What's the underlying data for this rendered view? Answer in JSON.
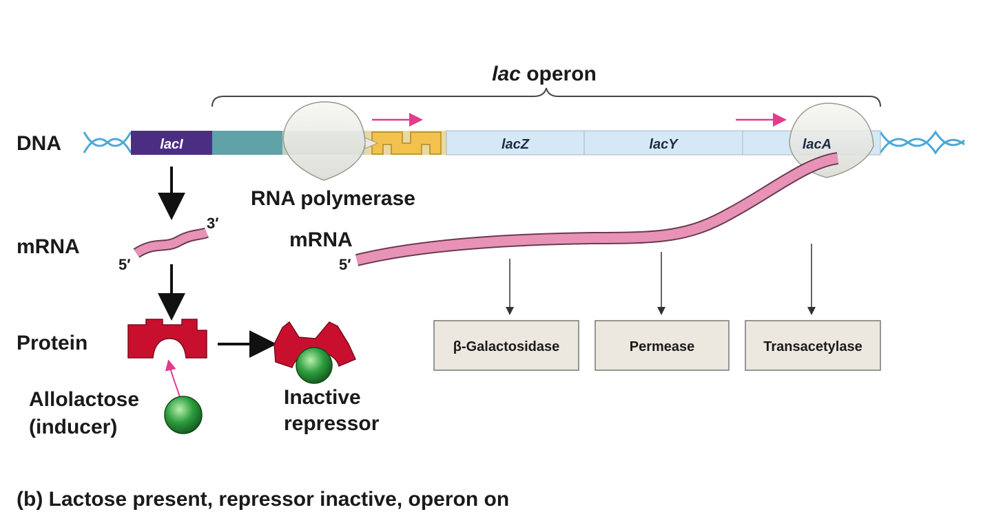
{
  "operon_label": {
    "italic": "lac",
    "rest": " operon"
  },
  "labels": {
    "dna": "DNA",
    "mrna_left": "mRNA",
    "mrna_right": "mRNA",
    "protein": "Protein",
    "rna_polymerase": "RNA polymerase",
    "allolactose_line1": "Allolactose",
    "allolactose_line2": "(inducer)",
    "inactive_line1": "Inactive",
    "inactive_line2": "repressor",
    "five_prime_left": "5′",
    "three_prime_left": "3′",
    "five_prime_right": "5′"
  },
  "genes": {
    "lacI": "lacI",
    "lacZ": "lacZ",
    "lacY": "lacY",
    "lacA": "lacA"
  },
  "products": [
    "β-Galactosidase",
    "Permease",
    "Transacetylase"
  ],
  "caption": "(b) Lactose present, repressor inactive, operon on",
  "colors": {
    "lacI": "#4b2e83",
    "promoter": "#5fa3a8",
    "operator": "#f2c14e",
    "genes": "#d5e8f5",
    "mrna": "#e892b8",
    "repressor": "#c8102e",
    "inducer": "#2e9e3e",
    "arrow_pink": "#e23c8c",
    "dna_helix": "#4aa8d8",
    "product_box": "#ece8df"
  },
  "icons": [
    "dna-helix-icon",
    "rna-polymerase-icon",
    "repressor-icon",
    "inducer-icon"
  ]
}
